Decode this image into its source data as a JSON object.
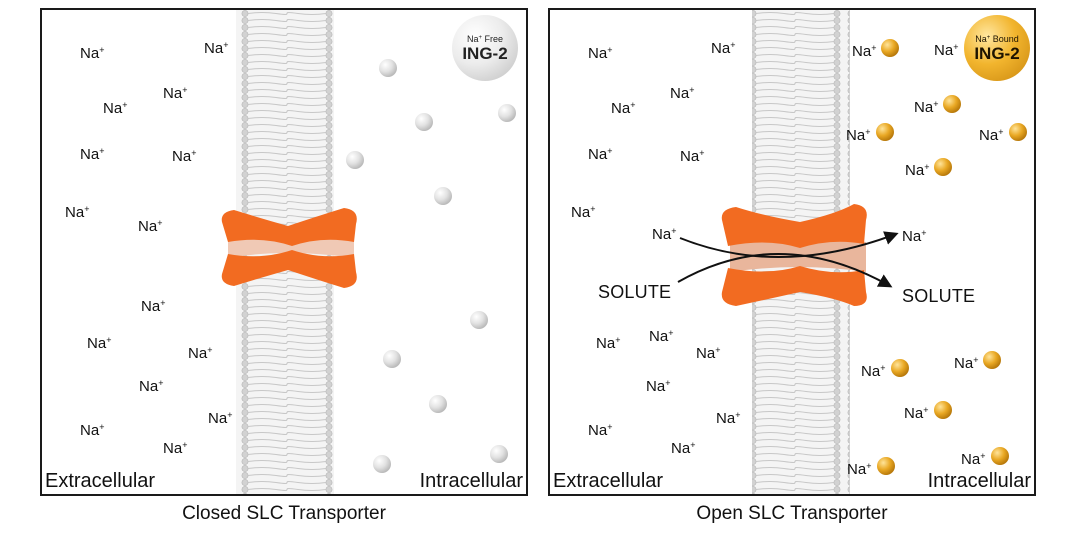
{
  "ion_symbol": "Na",
  "ion_charge": "+",
  "panels": {
    "left": {
      "caption": "Closed SLC Transporter",
      "extracellular_label": "Extracellular",
      "intracellular_label": "Intracellular",
      "badge": {
        "line1": "Free",
        "line2": "ING-2"
      }
    },
    "right": {
      "caption": "Open SLC Transporter",
      "extracellular_label": "Extracellular",
      "intracellular_label": "Intracellular",
      "badge": {
        "line1": "Bound",
        "line2": "ING-2"
      },
      "solute_left": "SOLUTE",
      "solute_right": "SOLUTE"
    }
  },
  "colors": {
    "transporter": "#f26b21",
    "pore": "#f0c9b5",
    "membrane": "#d6d6d6",
    "dye_free": "#e4e4e4",
    "dye_bound": "#e9a824",
    "text": "#111111"
  }
}
